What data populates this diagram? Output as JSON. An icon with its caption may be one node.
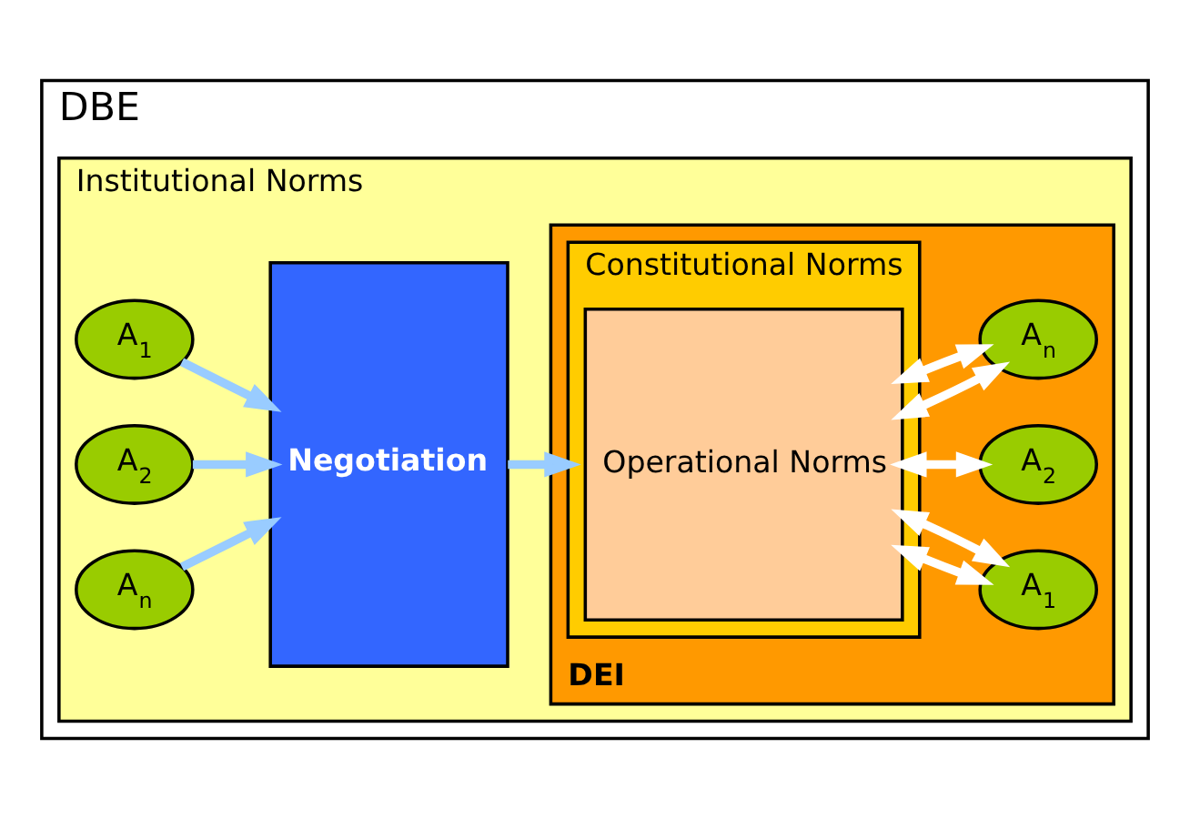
{
  "diagram": {
    "nodes": [
      {
        "text": [
          "DBE"
        ]
      },
      {
        "text": [
          "Institutional Norms"
        ],
        "in": 0
      },
      {
        "text": [
          "A$_{1}$"
        ],
        "in": 1
      },
      {
        "text": [
          "A$_{2}$"
        ],
        "in": 1
      },
      {
        "text": [
          "A$_{n}$"
        ],
        "in": 1
      },
      {
        "text": [
          "Negotiation"
        ],
        "in": 1
      },
      {
        "text": [
          "DEI"
        ],
        "in": 1
      },
      {
        "text": [
          "Constitutional Norms"
        ],
        "in": 6
      },
      {
        "text": [
          "Operational Norms"
        ],
        "in": 7
      },
      {
        "text": [
          "A$_{1}$"
        ],
        "in": 6
      },
      {
        "text": [
          "A$_{2}$"
        ],
        "in": 6
      },
      {
        "text": [
          "A$_{n}$"
        ],
        "in": 6
      }
    ],
    "edges": [
      {
        "from": 2,
        "to": 5,
        "arrow": "to",
        "color": "#99ccff"
      },
      {
        "from": 3,
        "to": 5,
        "arrow": "to",
        "color": "#99ccff"
      },
      {
        "from": 4,
        "to": 5,
        "arrow": "to",
        "color": "#99ccff"
      },
      {
        "from": 5,
        "to": 7,
        "arrow": "to",
        "color": "#99ccff"
      },
      {
        "from": 8,
        "to": 9,
        "arrow": "both"
      },
      {
        "from": 8,
        "to": 9,
        "arrow": "both"
      },
      {
        "from": 8,
        "to": 10,
        "arrow": "both"
      },
      {
        "from": 8,
        "to": 11,
        "arrow": "both"
      },
      {
        "from": 8,
        "to": 11,
        "arrow": "both"
      }
    ]
  }
}
